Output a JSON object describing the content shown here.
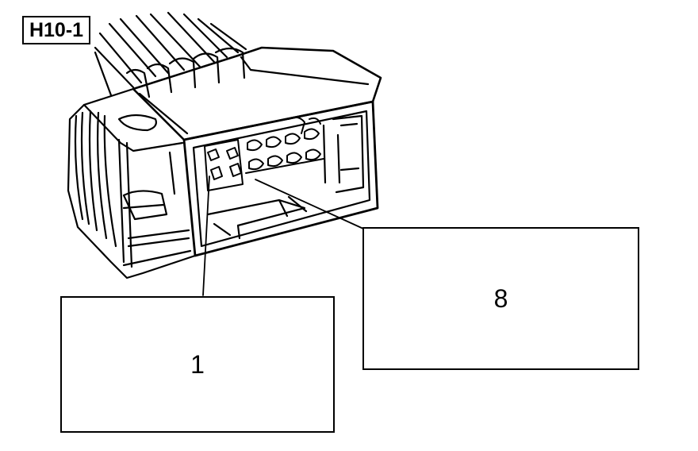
{
  "connector": {
    "label": "H10-1"
  },
  "callouts": [
    {
      "pin": "1"
    },
    {
      "pin": "8"
    }
  ],
  "colors": {
    "line": "#000000",
    "background": "#ffffff"
  }
}
